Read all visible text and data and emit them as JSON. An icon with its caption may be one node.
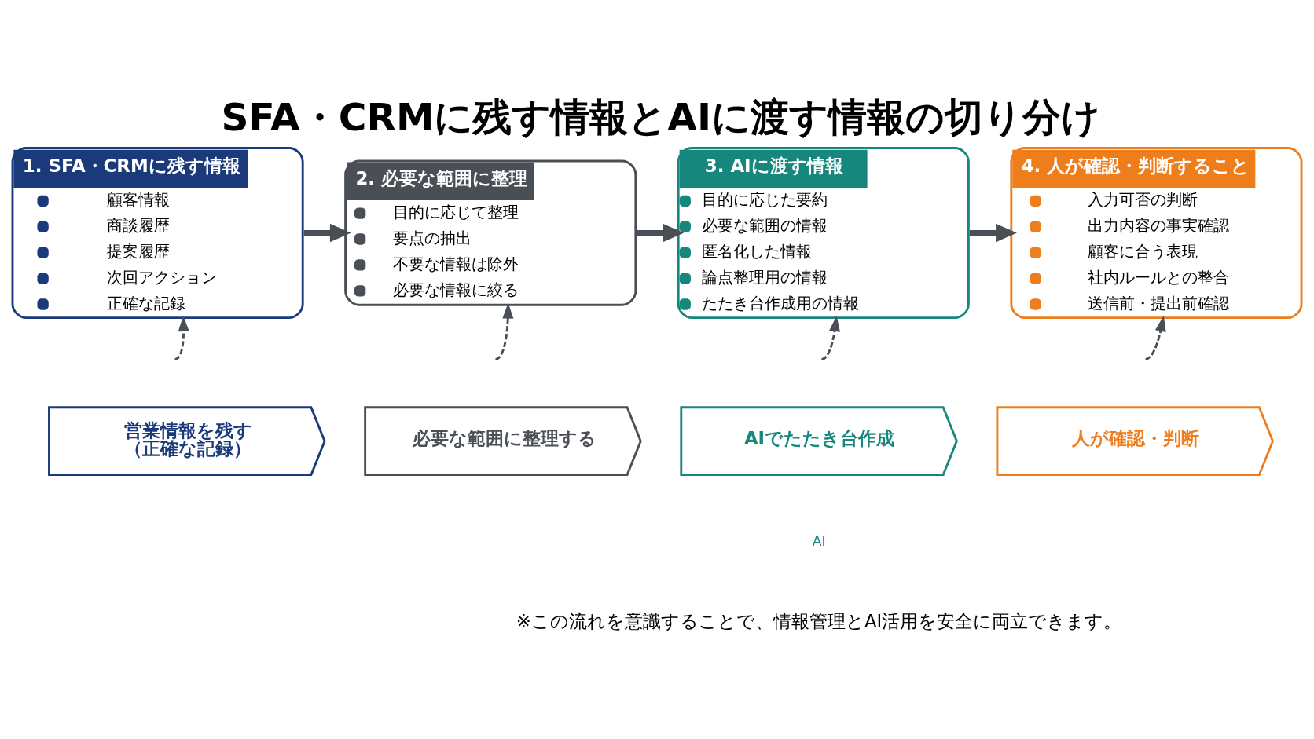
{
  "diagram": {
    "title": "SFA・CRMに残す情報とAIに渡す情報の切り分け",
    "caption": "※この流れを意識することで、情報管理とAI活用を安全に両立できます。",
    "nodes": [
      {
        "text": [
          "1. SFA・CRMに残す情報",
          "顧客情報",
          "商談履歴",
          "提案履歴",
          "次回アクション",
          "正確な記録"
        ]
      },
      {
        "text": [
          "2. 必要な範囲に整理",
          "目的に応じて整理",
          "要点の抽出",
          "不要な情報は除外",
          "必要な情報に絞る"
        ]
      },
      {
        "text": [
          "3. AIに渡す情報",
          "目的に応じた要約",
          "必要な範囲の情報",
          "匿名化した情報",
          "論点整理用の情報",
          "たたき台作成用の情報"
        ]
      },
      {
        "text": [
          "4. 人が確認・判断すること",
          "入力可否の判断",
          "出力内容の事実確認",
          "顧客に合う表現",
          "社内ルールとの整合",
          "送信前・提出前確認"
        ]
      },
      {
        "text": [
          "営業情報を残す",
          "（正確な記録）"
        ]
      },
      {
        "text": [
          "必要な範囲に整理する"
        ]
      },
      {
        "text": [
          "AIでたたき台作成"
        ]
      },
      {
        "text": [
          "人が確認・判断"
        ]
      }
    ],
    "edges": [
      {
        "from": 0,
        "to": 1,
        "arrow": "to",
        "style": "thick"
      },
      {
        "from": 1,
        "to": 2,
        "arrow": "to",
        "style": "thick"
      },
      {
        "from": 2,
        "to": 3,
        "arrow": "to",
        "style": "thick"
      },
      {
        "from": null,
        "to": 0,
        "arrow": "to",
        "style": "dashed"
      },
      {
        "from": null,
        "to": 1,
        "arrow": "to",
        "style": "dashed"
      },
      {
        "from": null,
        "to": 2,
        "arrow": "to",
        "style": "dashed"
      },
      {
        "from": null,
        "to": 3,
        "arrow": "to",
        "style": "dashed"
      }
    ],
    "labels": [
      "AI"
    ]
  }
}
